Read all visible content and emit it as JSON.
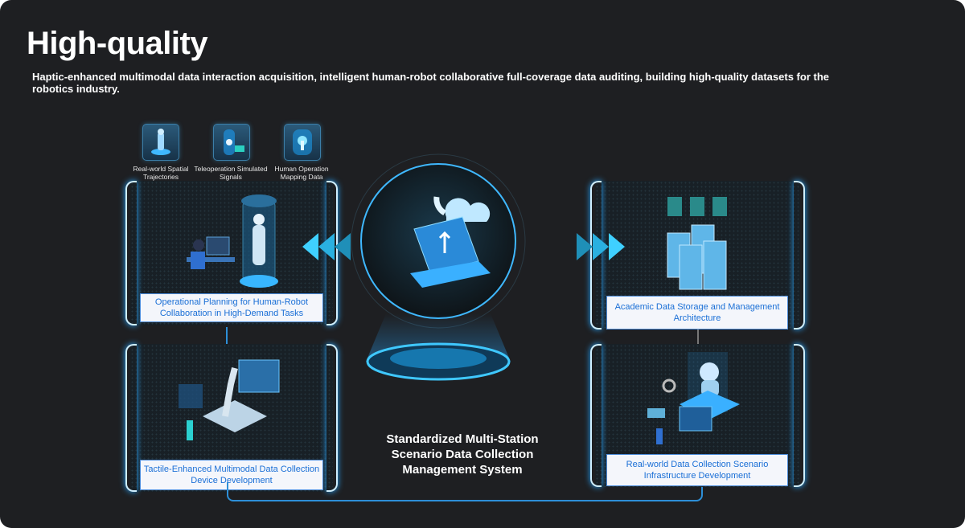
{
  "header": {
    "title": "High-quality",
    "subtitle": "Haptic-enhanced multimodal data interaction acquisition, intelligent human-robot collaborative full-coverage data auditing, building high-quality datasets for the robotics industry."
  },
  "data_types": [
    {
      "icon": "robot-trajectory-icon",
      "label": "Real-world Spatial Trajectories"
    },
    {
      "icon": "teleoperation-icon",
      "label": "Teleoperation Simulated Signals"
    },
    {
      "icon": "hand-mapping-icon",
      "label": "Human Operation Mapping Data"
    }
  ],
  "panels": {
    "left_top": "Operational Planning for Human-Robot Collaboration in High-Demand Tasks",
    "left_bottom": "Tactile-Enhanced Multimodal Data Collection Device Development",
    "right_top": "Academic Data Storage and Management Architecture",
    "right_bottom": "Real-world Data Collection Scenario Infrastructure Development"
  },
  "center": {
    "label": "Standardized Multi-Station Scenario Data Collection Management System"
  },
  "colors": {
    "background": "#1e1f22",
    "accent": "#2aa7ff",
    "label_text": "#1a6fd6"
  }
}
